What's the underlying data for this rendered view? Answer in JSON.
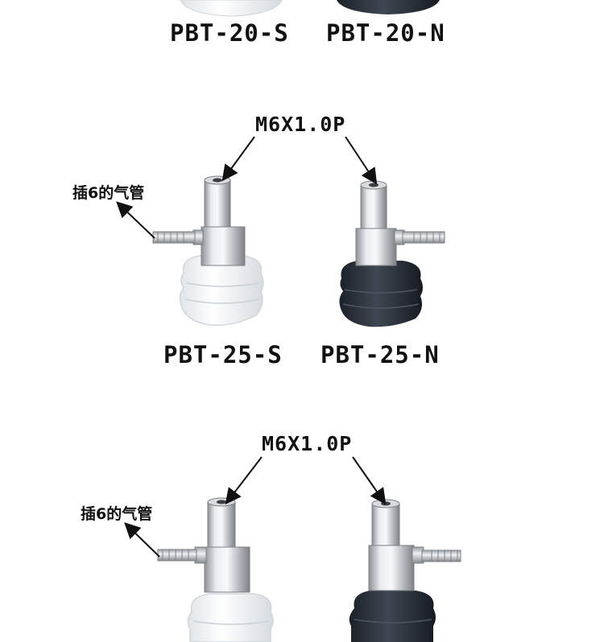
{
  "rows": [
    {
      "models": {
        "left": "PBT-20-S",
        "right": "PBT-20-N"
      }
    },
    {
      "thread_label": "M6X1.0P",
      "tube_label": "插6的气管",
      "models": {
        "left": "PBT-25-S",
        "right": "PBT-25-N"
      }
    },
    {
      "thread_label": "M6X1.0P",
      "tube_label": "插6的气管"
    }
  ],
  "colors": {
    "background": "#ffffff",
    "text": "#111111",
    "clear_cup": "#eef1f3",
    "black_cup": "#2a3038",
    "metal": "#c9ccd0"
  },
  "icons": [
    "arrow-icon",
    "vacuum-suction-cup-clear",
    "vacuum-suction-cup-black"
  ]
}
